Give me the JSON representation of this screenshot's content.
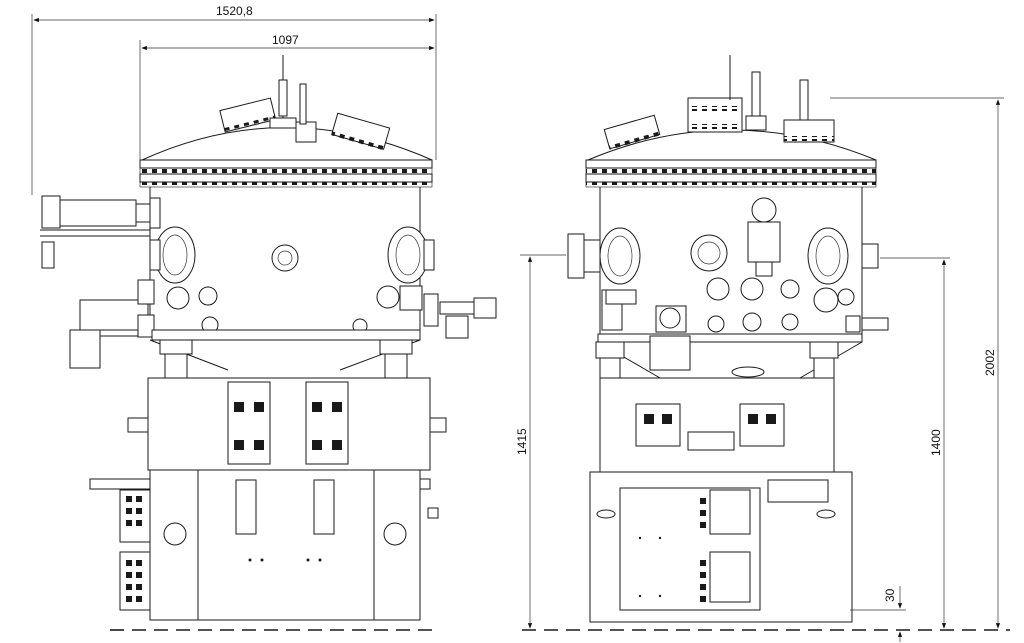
{
  "dimensions": {
    "overall_width": "1520,8",
    "lid_width": "1097",
    "base_height_left": "1415",
    "total_height": "2002",
    "base_height_right": "1400",
    "foot_height": "30"
  },
  "colors": {
    "line": "#1a1a1a",
    "background": "#ffffff"
  }
}
